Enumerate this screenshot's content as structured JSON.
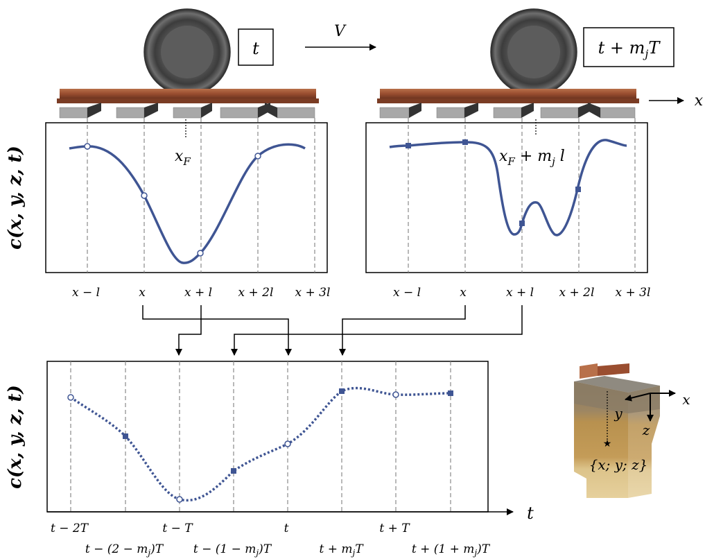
{
  "colors": {
    "curve": "#3f5593",
    "dashed": "#8a8a8a",
    "rail": "#9a4e30",
    "sleeper": "#a8a8a8",
    "wheel": "#5a5a5a",
    "soil_top": "#8d7a58",
    "soil_mid": "#b8914f",
    "soil_bottom": "#e0c98f"
  },
  "top_left": {
    "time_label": "t",
    "point_label": "x_F",
    "ticks": [
      "x − l",
      "x",
      "x + l",
      "x + 2l",
      "x + 3l"
    ],
    "ylabel": "c(x, y, z, t)"
  },
  "top_right": {
    "time_label": "t + m_jT",
    "point_label": "x_F + m_j l",
    "ticks": [
      "x − l",
      "x",
      "x + l",
      "x + 2l",
      "x + 3l"
    ]
  },
  "velocity_label": "V",
  "x_axis_label": "x",
  "bottom": {
    "ylabel": "c(x, y, z, t)",
    "xlabel": "t",
    "ticks_top": [
      "t − 2T",
      "t − T",
      "t",
      "t + T"
    ],
    "ticks_bottom": [
      "t − (2 − m_j)T",
      "t − (1 − m_j)T",
      "t + m_jT",
      "t + (1 + m_j)T"
    ]
  },
  "soil": {
    "axis_x": "x",
    "axis_y": "y",
    "axis_z": "z",
    "point_label": "{x; y; z}"
  },
  "chart_data": [
    {
      "type": "line",
      "x_categories": [
        "x − l",
        "x",
        "x + l",
        "x + 2l",
        "x + 3l"
      ],
      "marked_points_open": [
        0,
        1,
        1.85,
        3
      ]
    },
    {
      "type": "line",
      "x_categories": [
        "t − 2T",
        "t − (2 − m_j)T",
        "t − T",
        "t − (1 − m_j)T",
        "t",
        "t + m_jT",
        "t + T",
        "t + (1 + m_j)T"
      ]
    }
  ]
}
